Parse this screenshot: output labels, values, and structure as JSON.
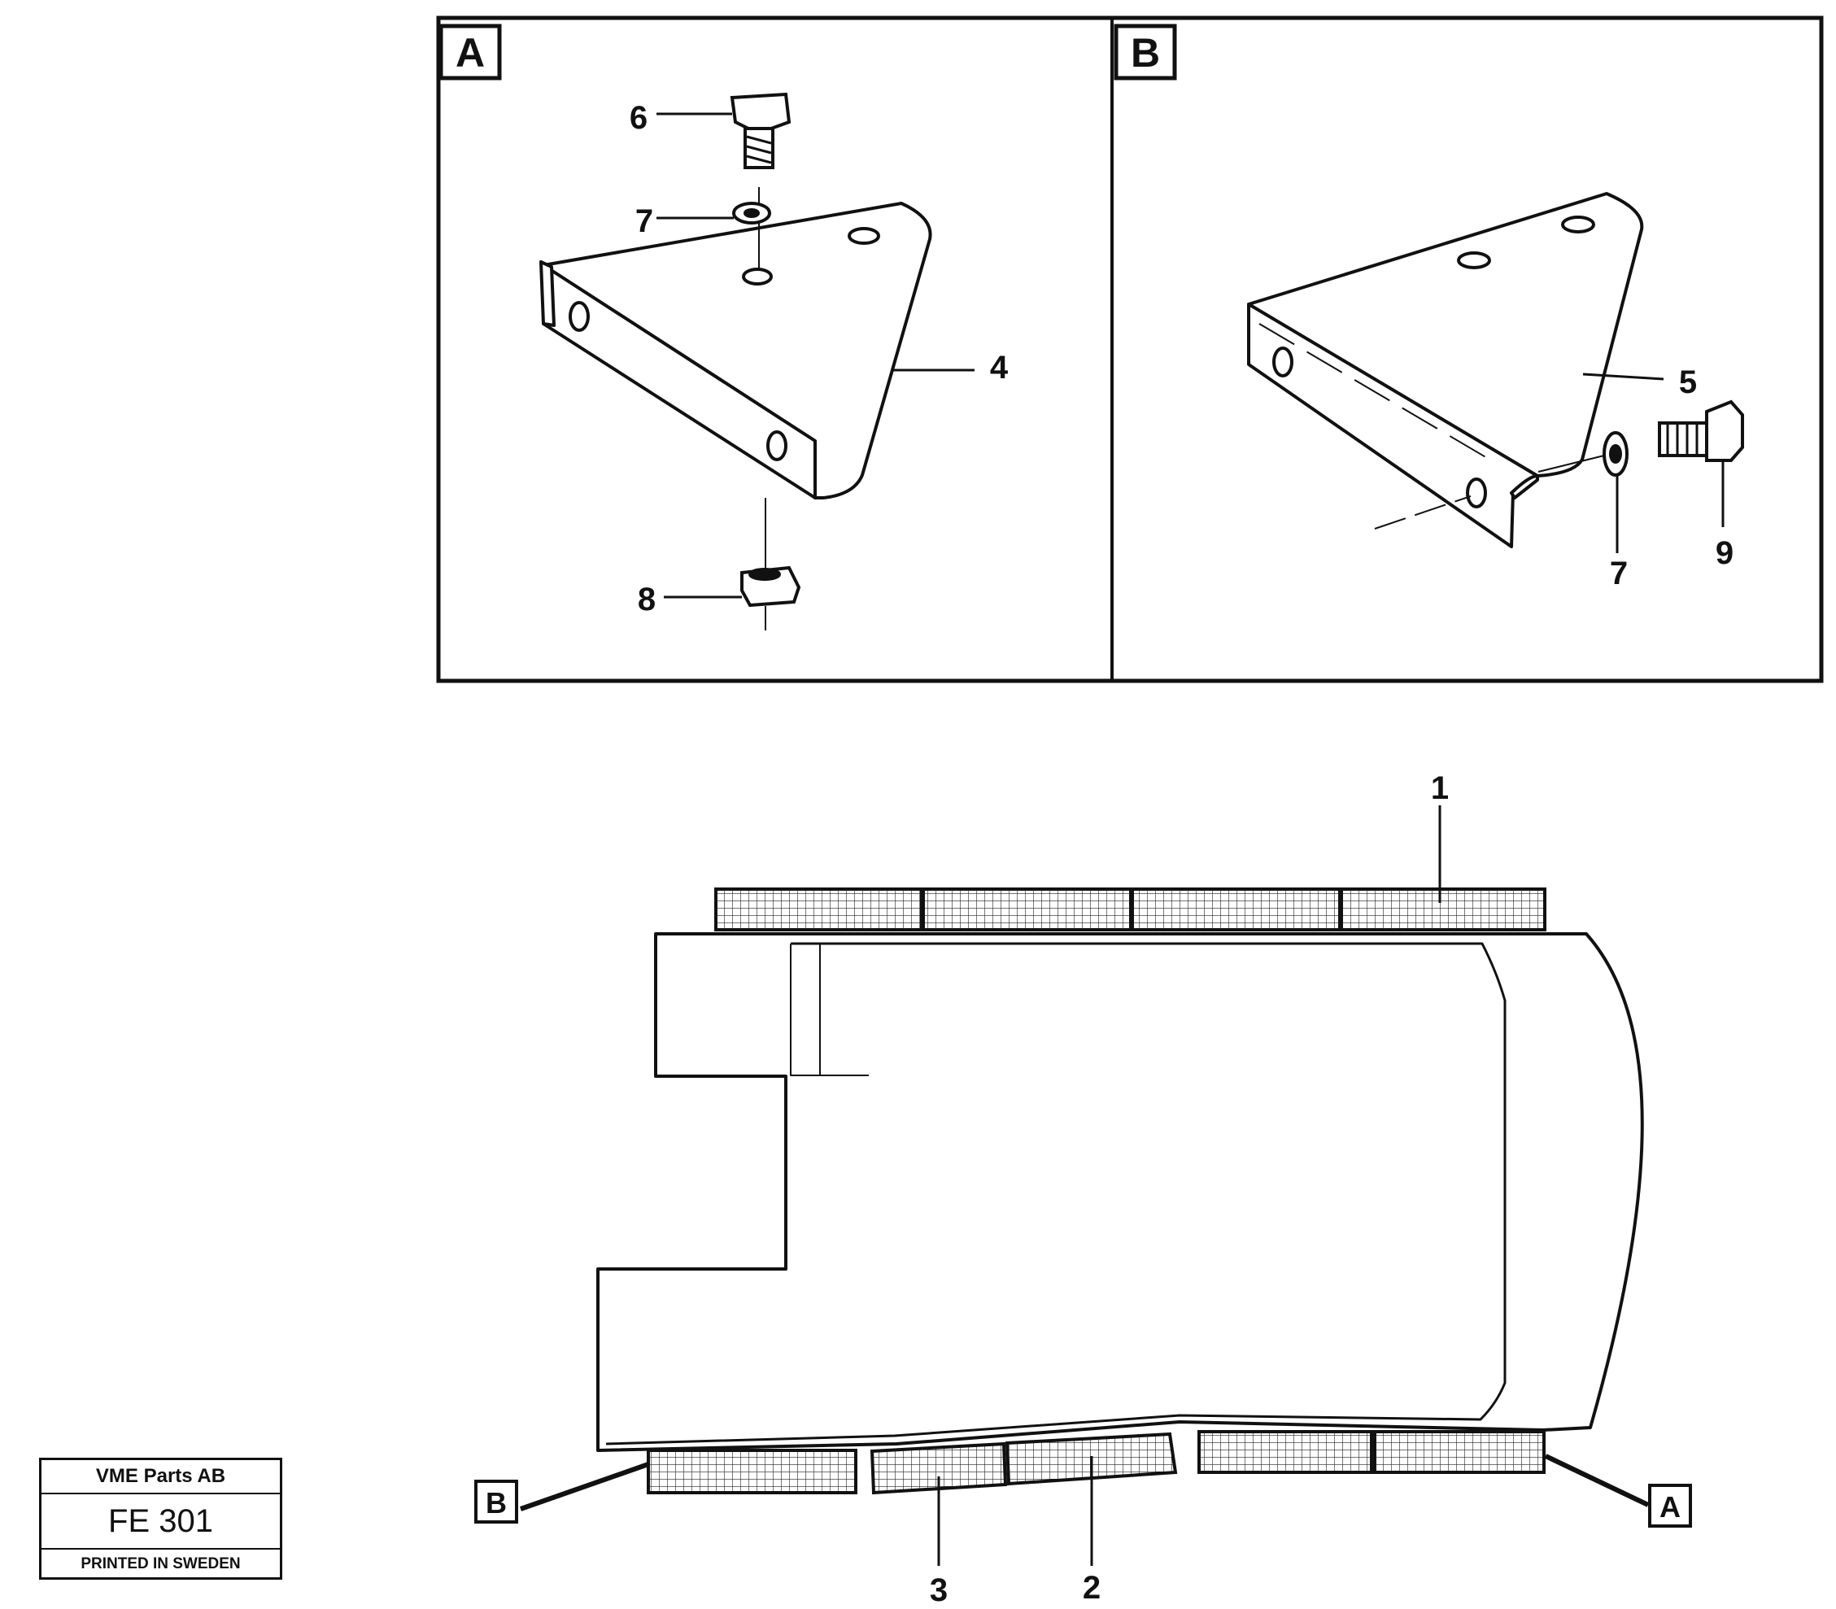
{
  "inset_a": {
    "label": "A",
    "callouts": {
      "bolt": "6",
      "washer": "7",
      "bracket": "4",
      "nut": "8"
    }
  },
  "inset_b": {
    "label": "B",
    "callouts": {
      "bracket": "5",
      "washer": "7",
      "screw": "9"
    }
  },
  "main_view": {
    "callouts": {
      "top_segment": "1",
      "bottom_segment_2": "2",
      "bottom_segment_3": "3"
    },
    "ref_markers": {
      "left": "B",
      "right": "A"
    }
  },
  "stamp": {
    "company": "VME Parts AB",
    "code": "FE 301",
    "printed": "PRINTED IN SWEDEN"
  }
}
